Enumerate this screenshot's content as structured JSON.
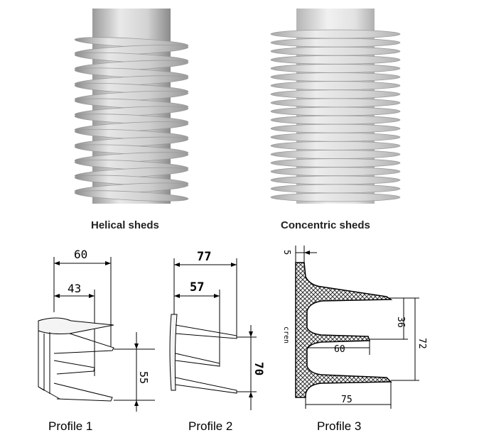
{
  "photos": {
    "helical": {
      "caption": "Helical sheds"
    },
    "concentric": {
      "caption": "Concentric sheds"
    }
  },
  "profiles": [
    {
      "label": "Profile 1",
      "dims": [
        "60",
        "43",
        "55"
      ]
    },
    {
      "label": "Profile 2",
      "dims": [
        "77",
        "57",
        "70"
      ]
    },
    {
      "label": "Profile 3",
      "dims": [
        "5",
        "36",
        "72",
        "60",
        "75",
        "c⁠ren"
      ]
    }
  ],
  "colors": {
    "shed_light": "#e6e6e6",
    "shed_dark": "#8c8c8c",
    "line": "#000000",
    "hatch": "#333333"
  }
}
